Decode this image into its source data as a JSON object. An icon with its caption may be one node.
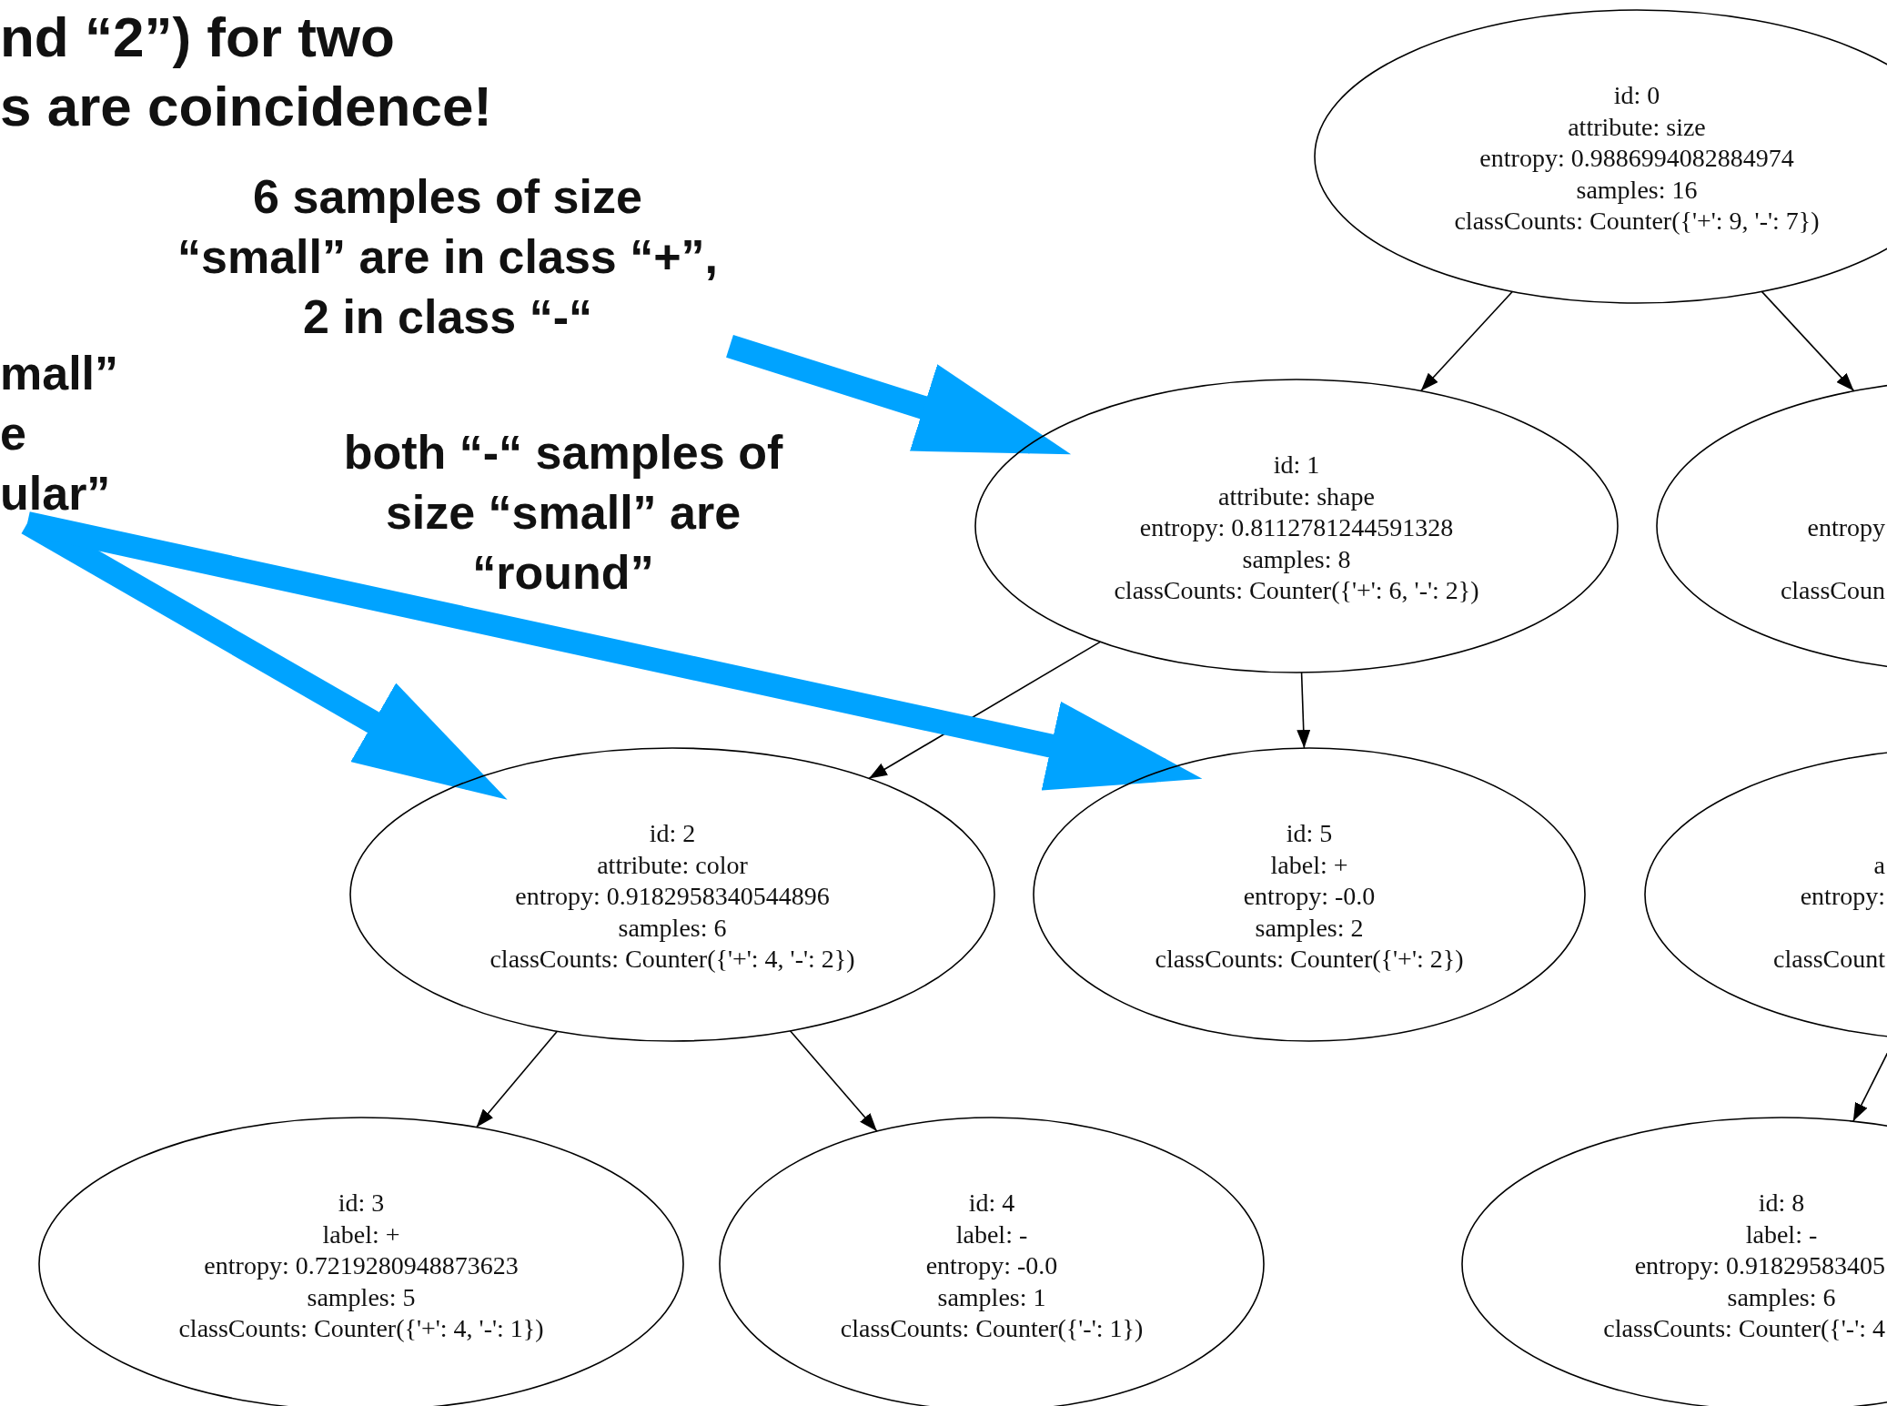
{
  "diagram": {
    "nodes": [
      {
        "text": [
          "6 samples of size “small” are in class “+”, 2 in class “-“"
        ]
      },
      {
        "text": [
          "mall” e ular”"
        ]
      },
      {
        "text": [
          "id: 0",
          "attribute: size",
          "entropy: 0.9886994082884974",
          "samples: 16",
          "classCounts: Counter({'+': 9, '-': 7})"
        ]
      },
      {
        "text": [
          "id: 1",
          "attribute: shape",
          "entropy: 0.8112781244591328",
          "samples: 8",
          "classCounts: Counter({'+': 6, '-': 2})"
        ]
      },
      {
        "text": [
          "entropy",
          "classCoun"
        ]
      },
      {
        "text": [
          "id: 2",
          "attribute: color",
          "entropy: 0.9182958340544896",
          "samples: 6",
          "classCounts: Counter({'+': 4, '-': 2})"
        ]
      },
      {
        "text": [
          "id: 5",
          "label: +",
          "entropy: -0.0",
          "samples: 2",
          "classCounts: Counter({'+': 2})"
        ]
      },
      {
        "text": [
          "a",
          "entropy:",
          "classCount"
        ]
      },
      {
        "text": [
          "id: 3",
          "label: +",
          "entropy: 0.7219280948873623",
          "samples: 5",
          "classCounts: Counter({'+': 4, '-': 1})"
        ]
      },
      {
        "text": [
          "id: 4",
          "label: -",
          "entropy: -0.0",
          "samples: 1",
          "classCounts: Counter({'-': 1})"
        ]
      },
      {
        "text": [
          "id: 8",
          "label: -",
          "entropy: 0.91829583405",
          "samples: 6",
          "classCounts: Counter({'-': 4"
        ]
      }
    ],
    "edges": [
      {
        "from": 2,
        "to": 3,
        "arrow": "to"
      },
      {
        "from": 2,
        "to": 4,
        "arrow": "to"
      },
      {
        "from": 3,
        "to": 5,
        "arrow": "to"
      },
      {
        "from": 3,
        "to": 6,
        "arrow": "to"
      },
      {
        "from": 5,
        "to": 8,
        "arrow": "to"
      },
      {
        "from": 5,
        "to": 9,
        "arrow": "to"
      },
      {
        "from": 7,
        "to": 10,
        "arrow": "to"
      },
      {
        "from": 1,
        "to": 5,
        "arrow": "to",
        "style": "thick",
        "color": "#00a3ff"
      },
      {
        "from": 1,
        "to": 6,
        "arrow": "to",
        "style": "thick",
        "color": "#00a3ff"
      },
      {
        "from": 0,
        "to": 3,
        "arrow": "to",
        "style": "thick",
        "color": "#00a3ff"
      }
    ],
    "labels": [
      "nd “2”) for two",
      "s are coincidence!",
      "both “-“ samples of size “small” are “round”"
    ]
  }
}
